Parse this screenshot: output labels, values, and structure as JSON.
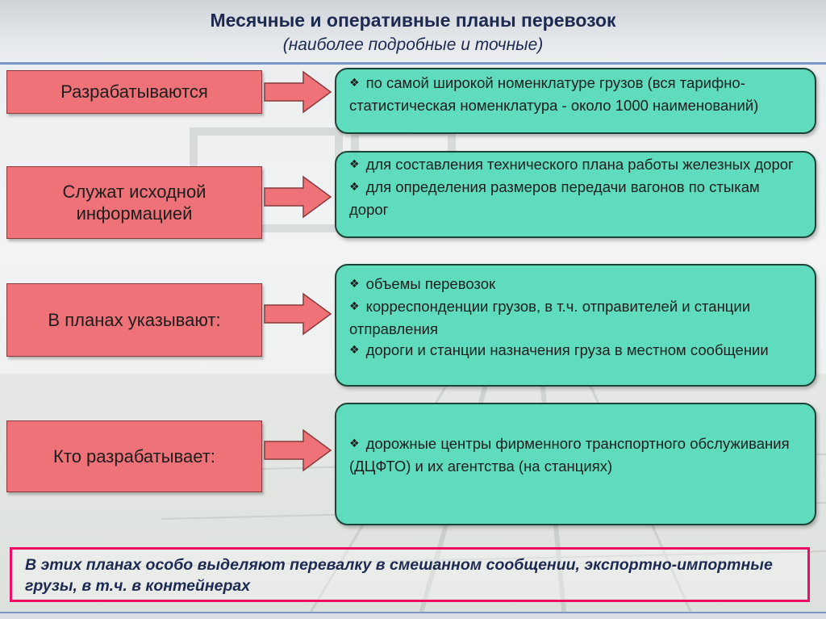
{
  "header": {
    "title": "Месячные и оперативные планы перевозок",
    "subtitle": "(наиболее подробные и точные)"
  },
  "rows": [
    {
      "label": "Разрабатываются",
      "items": [
        "по самой широкой номенклатуре грузов (вся тарифно-статистическая номенклатура - около 1000 наименований)"
      ]
    },
    {
      "label": "Служат исходной информацией",
      "items": [
        "для составления технического плана работы железных дорог",
        "для определения размеров передачи вагонов по стыкам дорог"
      ]
    },
    {
      "label": "В планах указывают:",
      "items": [
        "объемы перевозок",
        "корреспонденции грузов, в т.ч. отправителей и станции отправления",
        "дороги и станции назначения груза в местном сообщении"
      ]
    },
    {
      "label": "Кто разрабатывает:",
      "items": [
        "дорожные центры фирменного транспортного обслуживания (ДЦФТО) и их агентства (на станциях)"
      ]
    }
  ],
  "footer": {
    "text": "В этих планах особо выделяют перевалку в смешанном сообщении, экспортно-импортные грузы, в т.ч. в контейнерах"
  },
  "colors": {
    "label_fill": "#ef7278",
    "info_fill": "#5fdcbd",
    "footer_border": "#ee0e66",
    "title": "#1c2a52"
  },
  "icons": {
    "bullet": "diamond-bullet-icon",
    "connector": "arrow-right-icon"
  }
}
